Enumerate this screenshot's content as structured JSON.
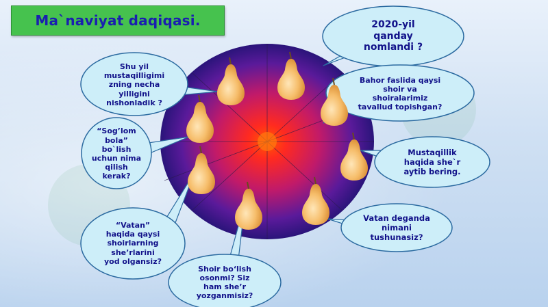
{
  "title": "Ma`naviyat daqiqasi.",
  "colors": {
    "title_bg": "#46c24e",
    "bubble_fill": "#cdeef9",
    "bubble_stroke": "#2b6aa0",
    "bubble_text": "#12128a",
    "pear": "#f3b760"
  },
  "bubbles": [
    {
      "id": "q-2020",
      "text": "2020-yil\nqanday\nnomlandi ?"
    },
    {
      "id": "q-independence-years",
      "text": "Shu  yil\nmustaqilligimi\nzning necha\nyilligini\nnishonladik ?"
    },
    {
      "id": "q-spring-poets",
      "text": "Bahor faslida qaysi\nshoir va\nshoiralarimiz\ntavallud topishgan?"
    },
    {
      "id": "q-healthy-child",
      "text": "“Sog’lom\nbola”\nbo`lish\nuchun nima\nqilish\nkerak?"
    },
    {
      "id": "q-independence-poem",
      "text": "Mustaqillik\nhaqida she`r\naytib bering."
    },
    {
      "id": "q-vatan-meaning",
      "text": "Vatan deganda\nnimani\ntushunasiz?"
    },
    {
      "id": "q-vatan-poets",
      "text": "“Vatan”\nhaqida qaysi\nshoirlarning\nshe’rlarini\nyod olgansiz?"
    },
    {
      "id": "q-poet-easy",
      "text": "Shoir bo‘lish\nosonmi? Siz\nham she’r\nyozganmisiz?"
    }
  ]
}
